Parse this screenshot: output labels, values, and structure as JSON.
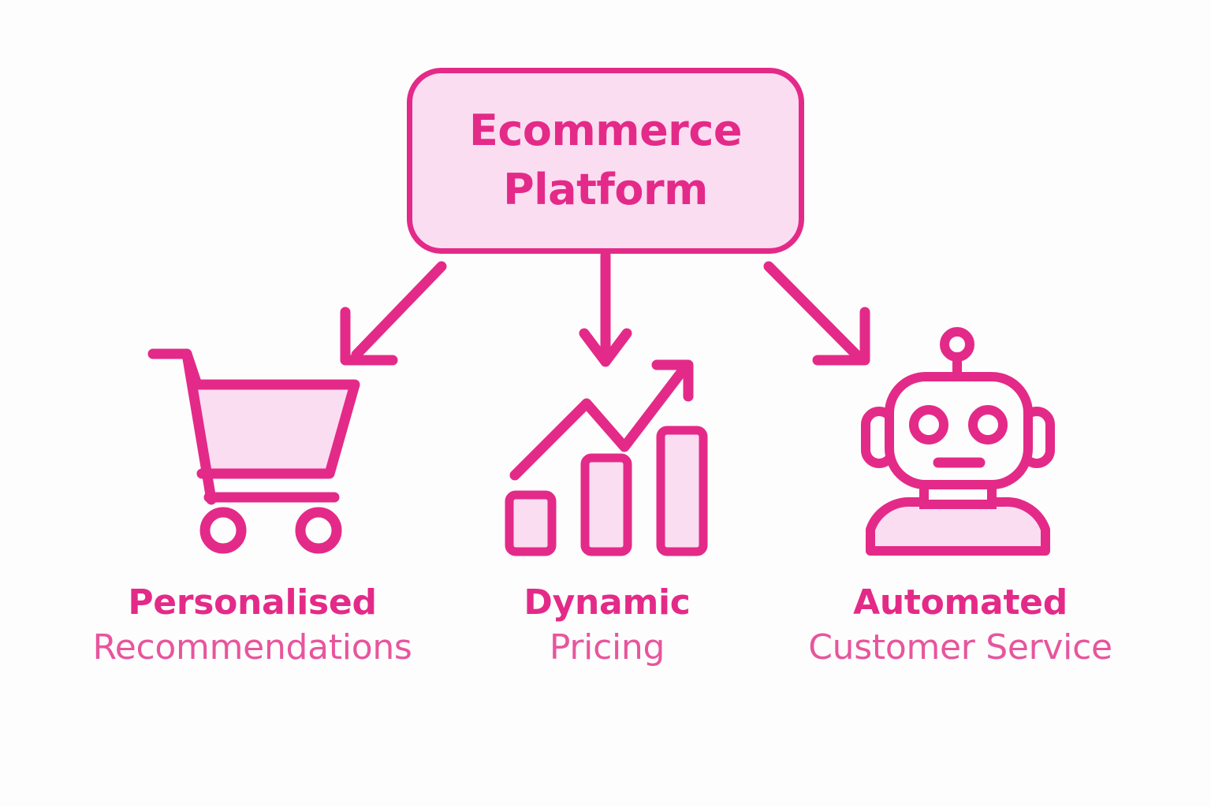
{
  "theme": {
    "background": "#fdfdfd",
    "stroke": "#e42a88",
    "fill_light": "#fbddf2",
    "text_primary": "#e42a88",
    "text_secondary": "#e8559d"
  },
  "diagram": {
    "type": "hierarchy",
    "root": {
      "title_line_1": "Ecommerce",
      "title_line_2": "Platform"
    },
    "connector_count": 3,
    "branches": [
      {
        "icon": "shopping-cart-icon",
        "label_line_1": "Personalised",
        "label_line_2": "Recommendations",
        "arrow": "diagonal-down-left"
      },
      {
        "icon": "bar-chart-growth-icon",
        "label_line_1": "Dynamic",
        "label_line_2": "Pricing",
        "arrow": "straight-down"
      },
      {
        "icon": "robot-icon",
        "label_line_1": "Automated",
        "label_line_2": "Customer Service",
        "arrow": "diagonal-down-right"
      }
    ]
  }
}
